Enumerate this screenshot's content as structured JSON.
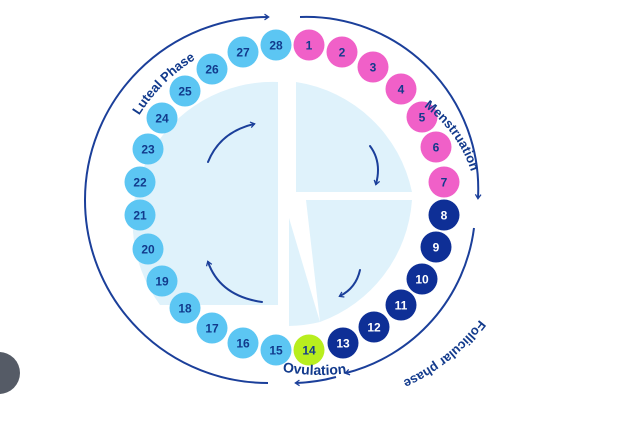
{
  "phases": {
    "menstruation": "Menstruation",
    "follicular": "Follicular phase",
    "ovulation": "Ovulation",
    "luteal": "Luteal Phase"
  },
  "days": [
    {
      "n": "1",
      "phase": "menstruation"
    },
    {
      "n": "2",
      "phase": "menstruation"
    },
    {
      "n": "3",
      "phase": "menstruation"
    },
    {
      "n": "4",
      "phase": "menstruation"
    },
    {
      "n": "5",
      "phase": "menstruation"
    },
    {
      "n": "6",
      "phase": "menstruation"
    },
    {
      "n": "7",
      "phase": "menstruation"
    },
    {
      "n": "8",
      "phase": "follicular"
    },
    {
      "n": "9",
      "phase": "follicular"
    },
    {
      "n": "10",
      "phase": "follicular"
    },
    {
      "n": "11",
      "phase": "follicular"
    },
    {
      "n": "12",
      "phase": "follicular"
    },
    {
      "n": "13",
      "phase": "follicular"
    },
    {
      "n": "14",
      "phase": "ovulation"
    },
    {
      "n": "15",
      "phase": "luteal"
    },
    {
      "n": "16",
      "phase": "luteal"
    },
    {
      "n": "17",
      "phase": "luteal"
    },
    {
      "n": "18",
      "phase": "luteal"
    },
    {
      "n": "19",
      "phase": "luteal"
    },
    {
      "n": "20",
      "phase": "luteal"
    },
    {
      "n": "21",
      "phase": "luteal"
    },
    {
      "n": "22",
      "phase": "luteal"
    },
    {
      "n": "23",
      "phase": "luteal"
    },
    {
      "n": "24",
      "phase": "luteal"
    },
    {
      "n": "25",
      "phase": "luteal"
    },
    {
      "n": "26",
      "phase": "luteal"
    },
    {
      "n": "27",
      "phase": "luteal"
    },
    {
      "n": "28",
      "phase": "luteal"
    }
  ],
  "colors": {
    "menstruation": "#f060c8",
    "follicular": "#0e2f96",
    "ovulation": "#b8ee1e",
    "luteal": "#5cc6f3",
    "dark_text": "#123a8c",
    "light_text": "#ffffff",
    "ring": "#1b3f9a",
    "quadrant": "#dff2fb",
    "uterus": "#f1a8d6",
    "uterus_dark": "#de7fbe"
  }
}
